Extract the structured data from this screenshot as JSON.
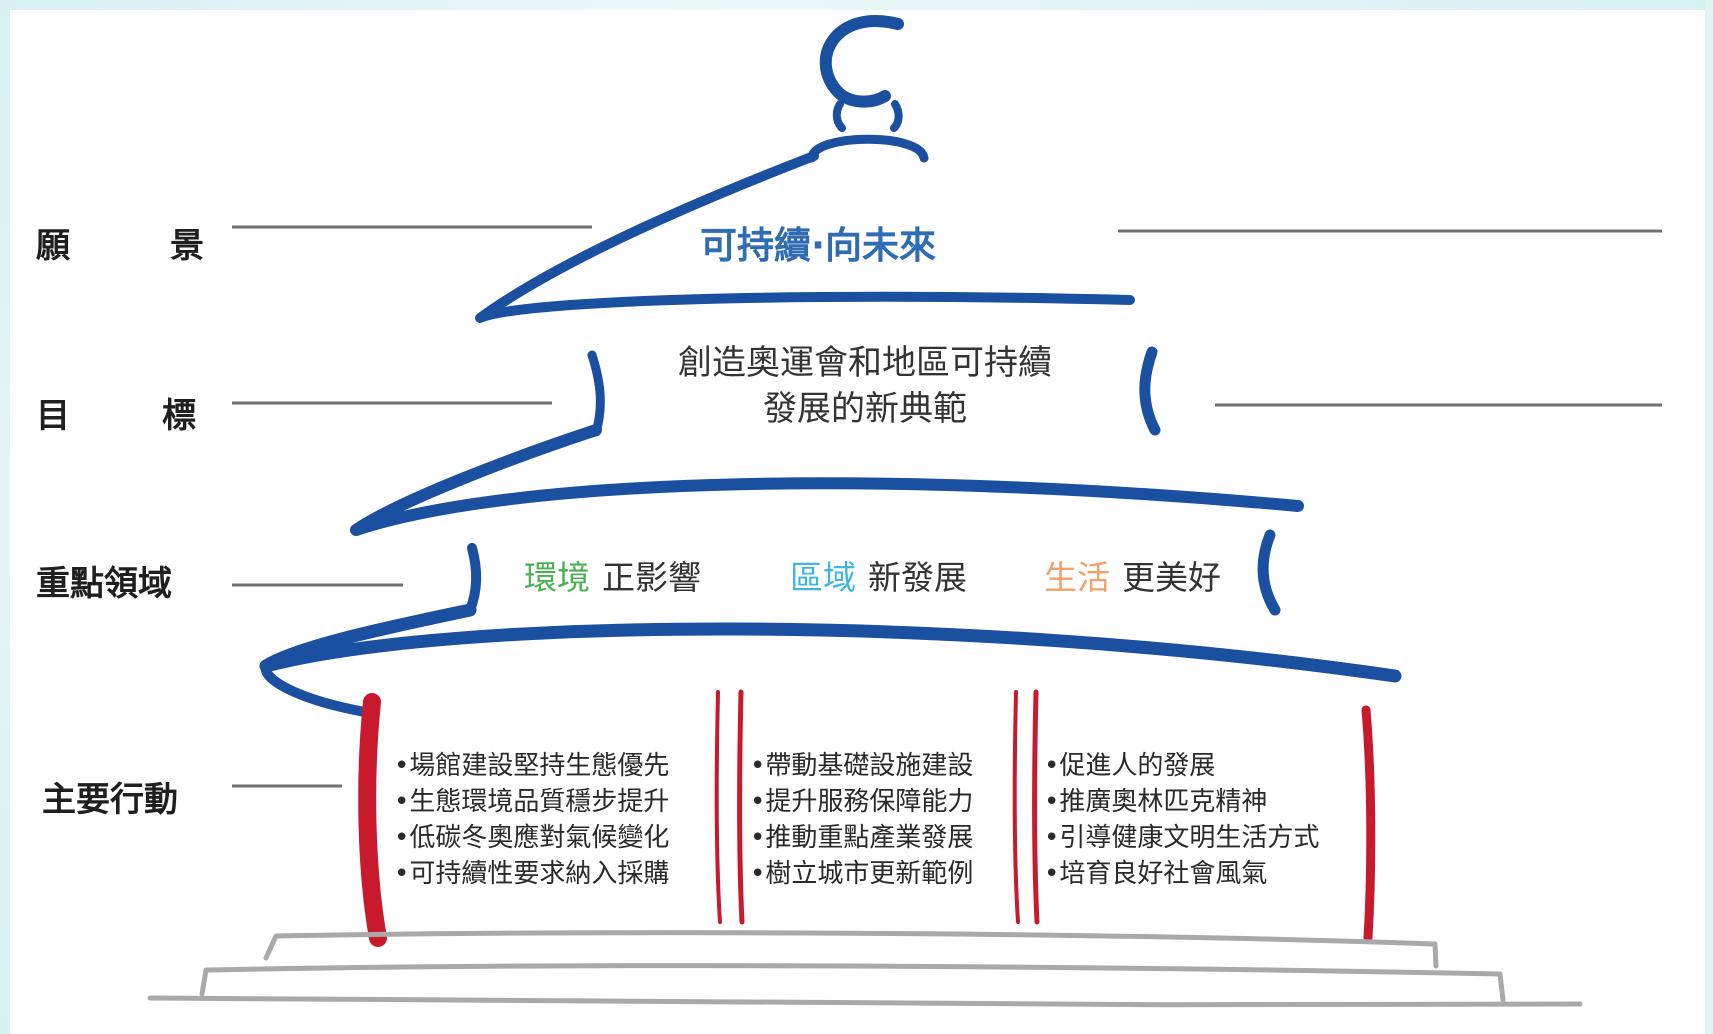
{
  "levels": [
    {
      "label_a": "願",
      "label_b": "景"
    },
    {
      "label_a": "目",
      "label_b": "標"
    },
    {
      "label": "重點領域"
    },
    {
      "label": "主要行動"
    }
  ],
  "vision": "可持續·向未來",
  "goal": {
    "line1": "創造奧運會和地區可持續",
    "line2": "發展的新典範"
  },
  "focus_areas": [
    {
      "highlight": "環境",
      "rest": "正影響",
      "color": "#4caf50"
    },
    {
      "highlight": "區域",
      "rest": "新發展",
      "color": "#3fb5e0"
    },
    {
      "highlight": "生活",
      "rest": "更美好",
      "color": "#f4a06b"
    }
  ],
  "actions": [
    {
      "items": [
        "•場館建設堅持生態優先",
        "•生態環境品質穩步提升",
        "•低碳冬奧應對氣候變化",
        "•可持續性要求納入採購"
      ]
    },
    {
      "items": [
        "•帶動基礎設施建設",
        "•提升服務保障能力",
        "•推動重點產業發展",
        "•樹立城市更新範例"
      ]
    },
    {
      "items": [
        "•促進人的發展",
        "•推廣奧林匹克精神",
        "•引導健康文明生活方式",
        "•培育良好社會風氣"
      ]
    }
  ],
  "colors": {
    "roof_blue": "#1b4fa0",
    "pillar_red": "#c8192d",
    "base_gray": "#a9a9a9",
    "leader_gray": "#6f6f6f",
    "vision_blue": "#2f6cb3"
  }
}
